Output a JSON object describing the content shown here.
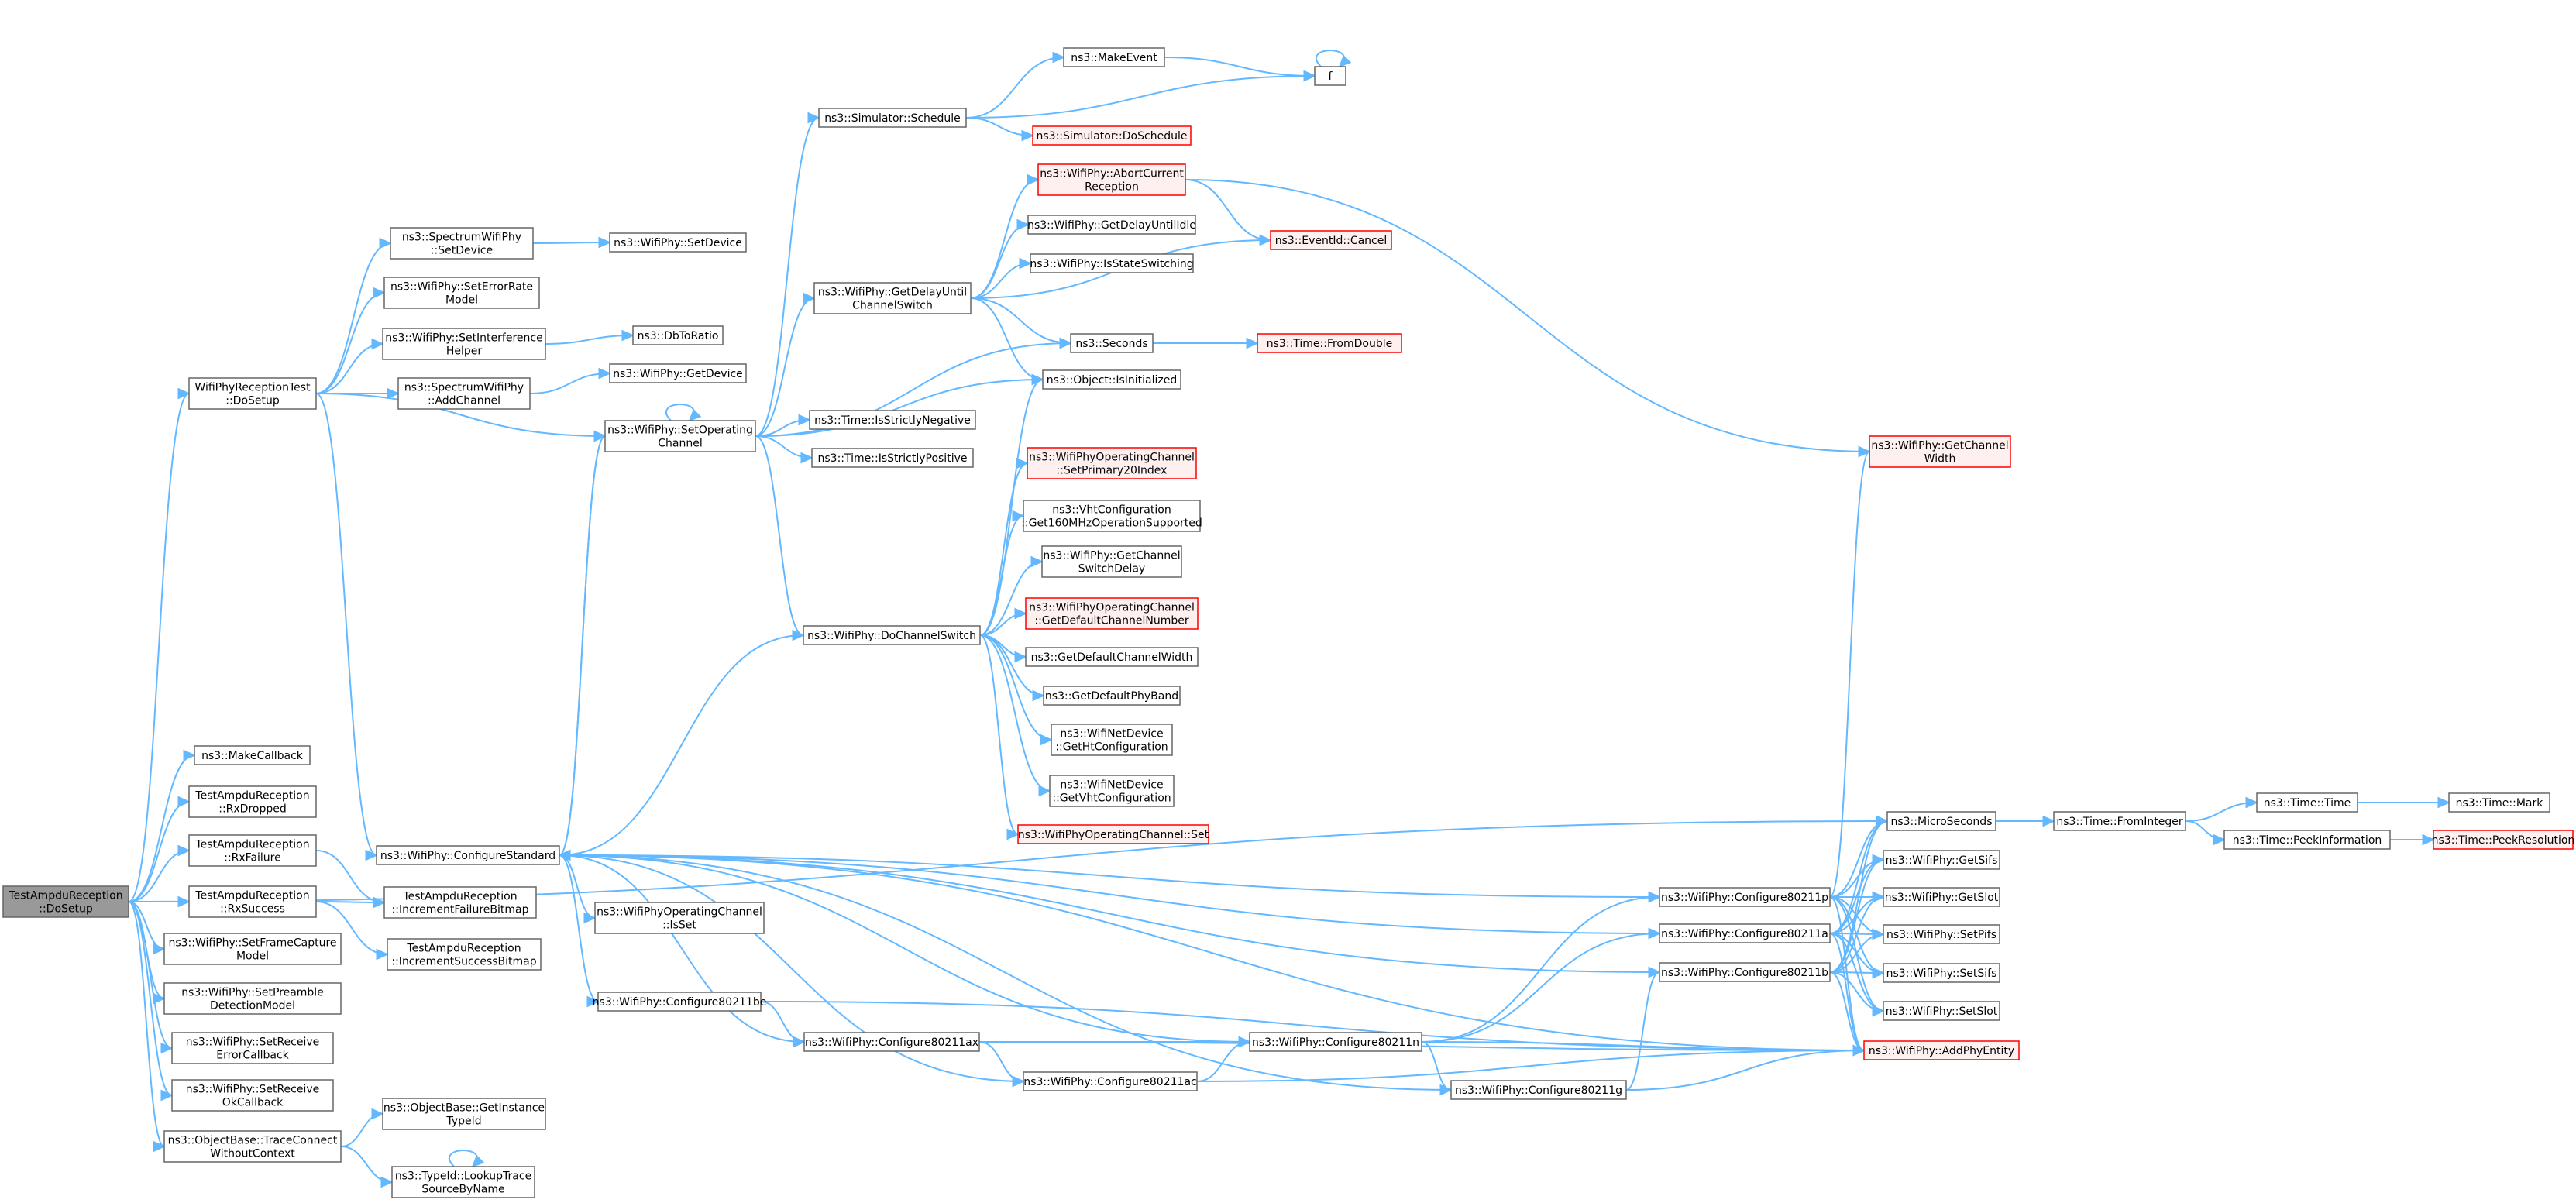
{
  "graph": {
    "title": "",
    "colors": {
      "edge": "#63b8ff",
      "node_border": "#666666",
      "node_fill": "#ffffff",
      "root_fill": "#999999",
      "red_border": "#ff0000",
      "red_fill": "#fff0f0"
    },
    "nodes": [
      {
        "id": "root",
        "lines": [
          "TestAmpduReception",
          "::DoSetup"
        ],
        "style": "root"
      },
      {
        "id": "wrtDoSetup",
        "lines": [
          "WifiPhyReceptionTest",
          "::DoSetup"
        ]
      },
      {
        "id": "makeCallback",
        "lines": [
          "ns3::MakeCallback"
        ]
      },
      {
        "id": "rxDropped",
        "lines": [
          "TestAmpduReception",
          "::RxDropped"
        ]
      },
      {
        "id": "rxFailure",
        "lines": [
          "TestAmpduReception",
          "::RxFailure"
        ]
      },
      {
        "id": "rxSuccess",
        "lines": [
          "TestAmpduReception",
          "::RxSuccess"
        ]
      },
      {
        "id": "setFrameCapture",
        "lines": [
          "ns3::WifiPhy::SetFrameCapture",
          "Model"
        ]
      },
      {
        "id": "setPreamble",
        "lines": [
          "ns3::WifiPhy::SetPreamble",
          "DetectionModel"
        ]
      },
      {
        "id": "setReceiveError",
        "lines": [
          "ns3::WifiPhy::SetReceive",
          "ErrorCallback"
        ]
      },
      {
        "id": "setReceiveOk",
        "lines": [
          "ns3::WifiPhy::SetReceive",
          "OkCallback"
        ]
      },
      {
        "id": "traceConnect",
        "lines": [
          "ns3::ObjectBase::TraceConnect",
          "WithoutContext"
        ]
      },
      {
        "id": "specSetDevice",
        "lines": [
          "ns3::SpectrumWifiPhy",
          "::SetDevice"
        ]
      },
      {
        "id": "setErrorRate",
        "lines": [
          "ns3::WifiPhy::SetErrorRate",
          "Model"
        ]
      },
      {
        "id": "setInterference",
        "lines": [
          "ns3::WifiPhy::SetInterference",
          "Helper"
        ]
      },
      {
        "id": "specAddChannel",
        "lines": [
          "ns3::SpectrumWifiPhy",
          "::AddChannel"
        ]
      },
      {
        "id": "setOpChannel",
        "lines": [
          "ns3::WifiPhy::SetOperating",
          "Channel"
        ]
      },
      {
        "id": "configStd",
        "lines": [
          "ns3::WifiPhy::ConfigureStandard"
        ]
      },
      {
        "id": "incFail",
        "lines": [
          "TestAmpduReception",
          "::IncrementFailureBitmap"
        ]
      },
      {
        "id": "incSucc",
        "lines": [
          "TestAmpduReception",
          "::IncrementSuccessBitmap"
        ]
      },
      {
        "id": "getInstanceTypeId",
        "lines": [
          "ns3::ObjectBase::GetInstance",
          "TypeId"
        ]
      },
      {
        "id": "lookupTrace",
        "lines": [
          "ns3::TypeId::LookupTrace",
          "SourceByName"
        ]
      },
      {
        "id": "wpSetDevice",
        "lines": [
          "ns3::WifiPhy::SetDevice"
        ]
      },
      {
        "id": "dbToRatio",
        "lines": [
          "ns3::DbToRatio"
        ]
      },
      {
        "id": "wpGetDevice",
        "lines": [
          "ns3::WifiPhy::GetDevice"
        ]
      },
      {
        "id": "simSchedule",
        "lines": [
          "ns3::Simulator::Schedule"
        ]
      },
      {
        "id": "getDelaySwitch",
        "lines": [
          "ns3::WifiPhy::GetDelayUntil",
          "ChannelSwitch"
        ]
      },
      {
        "id": "isStrictlyNeg",
        "lines": [
          "ns3::Time::IsStrictlyNegative"
        ]
      },
      {
        "id": "isStrictlyPos",
        "lines": [
          "ns3::Time::IsStrictlyPositive"
        ]
      },
      {
        "id": "doChannelSwitch",
        "lines": [
          "ns3::WifiPhy::DoChannelSwitch"
        ]
      },
      {
        "id": "opChIsSet",
        "lines": [
          "ns3::WifiPhyOperatingChannel",
          "::IsSet"
        ]
      },
      {
        "id": "cfgBe",
        "lines": [
          "ns3::WifiPhy::Configure80211be"
        ]
      },
      {
        "id": "cfgAx",
        "lines": [
          "ns3::WifiPhy::Configure80211ax"
        ]
      },
      {
        "id": "cfgAc",
        "lines": [
          "ns3::WifiPhy::Configure80211ac"
        ]
      },
      {
        "id": "cfgN",
        "lines": [
          "ns3::WifiPhy::Configure80211n"
        ]
      },
      {
        "id": "cfgG",
        "lines": [
          "ns3::WifiPhy::Configure80211g"
        ]
      },
      {
        "id": "cfgP",
        "lines": [
          "ns3::WifiPhy::Configure80211p"
        ]
      },
      {
        "id": "cfgA",
        "lines": [
          "ns3::WifiPhy::Configure80211a"
        ]
      },
      {
        "id": "cfgB",
        "lines": [
          "ns3::WifiPhy::Configure80211b"
        ]
      },
      {
        "id": "makeEvent",
        "lines": [
          "ns3::MakeEvent"
        ]
      },
      {
        "id": "f",
        "lines": [
          "f"
        ]
      },
      {
        "id": "doSchedule",
        "lines": [
          "ns3::Simulator::DoSchedule"
        ],
        "style": "red"
      },
      {
        "id": "abortCurrent",
        "lines": [
          "ns3::WifiPhy::AbortCurrent",
          "Reception"
        ],
        "style": "red"
      },
      {
        "id": "getDelayIdle",
        "lines": [
          "ns3::WifiPhy::GetDelayUntilIdle"
        ]
      },
      {
        "id": "isStateSwitching",
        "lines": [
          "ns3::WifiPhy::IsStateSwitching"
        ]
      },
      {
        "id": "eventCancel",
        "lines": [
          "ns3::EventId::Cancel"
        ],
        "style": "red"
      },
      {
        "id": "seconds",
        "lines": [
          "ns3::Seconds"
        ]
      },
      {
        "id": "fromDouble",
        "lines": [
          "ns3::Time::FromDouble"
        ],
        "style": "red"
      },
      {
        "id": "isInitialized",
        "lines": [
          "ns3::Object::IsInitialized"
        ]
      },
      {
        "id": "setPrimary20",
        "lines": [
          "ns3::WifiPhyOperatingChannel",
          "::SetPrimary20Index"
        ],
        "style": "red"
      },
      {
        "id": "vht160",
        "lines": [
          "ns3::VhtConfiguration",
          "::Get160MHzOperationSupported"
        ]
      },
      {
        "id": "getChSwitchDelay",
        "lines": [
          "ns3::WifiPhy::GetChannel",
          "SwitchDelay"
        ]
      },
      {
        "id": "getDefChNum",
        "lines": [
          "ns3::WifiPhyOperatingChannel",
          "::GetDefaultChannelNumber"
        ],
        "style": "red"
      },
      {
        "id": "getDefChWidth",
        "lines": [
          "ns3::GetDefaultChannelWidth"
        ]
      },
      {
        "id": "getDefPhyBand",
        "lines": [
          "ns3::GetDefaultPhyBand"
        ]
      },
      {
        "id": "getHtConfig",
        "lines": [
          "ns3::WifiNetDevice",
          "::GetHtConfiguration"
        ]
      },
      {
        "id": "getVhtConfig",
        "lines": [
          "ns3::WifiNetDevice",
          "::GetVhtConfiguration"
        ]
      },
      {
        "id": "opChSet",
        "lines": [
          "ns3::WifiPhyOperatingChannel::Set"
        ],
        "style": "red"
      },
      {
        "id": "getChWidth",
        "lines": [
          "ns3::WifiPhy::GetChannel",
          "Width"
        ],
        "style": "red"
      },
      {
        "id": "microSeconds",
        "lines": [
          "ns3::MicroSeconds"
        ]
      },
      {
        "id": "getSifs",
        "lines": [
          "ns3::WifiPhy::GetSifs"
        ]
      },
      {
        "id": "getSlot",
        "lines": [
          "ns3::WifiPhy::GetSlot"
        ]
      },
      {
        "id": "setPifs",
        "lines": [
          "ns3::WifiPhy::SetPifs"
        ]
      },
      {
        "id": "setSifs",
        "lines": [
          "ns3::WifiPhy::SetSifs"
        ]
      },
      {
        "id": "setSlot",
        "lines": [
          "ns3::WifiPhy::SetSlot"
        ]
      },
      {
        "id": "addPhyEntity",
        "lines": [
          "ns3::WifiPhy::AddPhyEntity"
        ],
        "style": "red"
      },
      {
        "id": "fromInteger",
        "lines": [
          "ns3::Time::FromInteger"
        ]
      },
      {
        "id": "timeTime",
        "lines": [
          "ns3::Time::Time"
        ]
      },
      {
        "id": "peekInfo",
        "lines": [
          "ns3::Time::PeekInformation"
        ]
      },
      {
        "id": "timeMark",
        "lines": [
          "ns3::Time::Mark"
        ]
      },
      {
        "id": "peekRes",
        "lines": [
          "ns3::Time::PeekResolution"
        ],
        "style": "red"
      }
    ],
    "edges": [
      [
        "root",
        "wrtDoSetup"
      ],
      [
        "root",
        "makeCallback"
      ],
      [
        "root",
        "rxDropped"
      ],
      [
        "root",
        "rxFailure"
      ],
      [
        "root",
        "rxSuccess"
      ],
      [
        "root",
        "setFrameCapture"
      ],
      [
        "root",
        "setPreamble"
      ],
      [
        "root",
        "setReceiveError"
      ],
      [
        "root",
        "setReceiveOk"
      ],
      [
        "root",
        "traceConnect"
      ],
      [
        "root",
        "microSeconds"
      ],
      [
        "wrtDoSetup",
        "specSetDevice"
      ],
      [
        "wrtDoSetup",
        "setErrorRate"
      ],
      [
        "wrtDoSetup",
        "setInterference"
      ],
      [
        "wrtDoSetup",
        "specAddChannel"
      ],
      [
        "wrtDoSetup",
        "setOpChannel"
      ],
      [
        "wrtDoSetup",
        "configStd"
      ],
      [
        "specSetDevice",
        "wpSetDevice"
      ],
      [
        "setInterference",
        "dbToRatio"
      ],
      [
        "specAddChannel",
        "wpGetDevice"
      ],
      [
        "rxFailure",
        "incFail"
      ],
      [
        "rxSuccess",
        "incFail"
      ],
      [
        "rxSuccess",
        "incSucc"
      ],
      [
        "traceConnect",
        "getInstanceTypeId"
      ],
      [
        "traceConnect",
        "lookupTrace"
      ],
      [
        "lookupTrace",
        "lookupTrace"
      ],
      [
        "setOpChannel",
        "setOpChannel"
      ],
      [
        "setOpChannel",
        "simSchedule"
      ],
      [
        "setOpChannel",
        "getDelaySwitch"
      ],
      [
        "setOpChannel",
        "seconds"
      ],
      [
        "setOpChannel",
        "isInitialized"
      ],
      [
        "setOpChannel",
        "isStrictlyNeg"
      ],
      [
        "setOpChannel",
        "isStrictlyPos"
      ],
      [
        "setOpChannel",
        "doChannelSwitch"
      ],
      [
        "setOpChannel",
        "configStd"
      ],
      [
        "simSchedule",
        "makeEvent"
      ],
      [
        "simSchedule",
        "f"
      ],
      [
        "simSchedule",
        "doSchedule"
      ],
      [
        "makeEvent",
        "f"
      ],
      [
        "f",
        "f"
      ],
      [
        "getDelaySwitch",
        "abortCurrent"
      ],
      [
        "getDelaySwitch",
        "getDelayIdle"
      ],
      [
        "getDelaySwitch",
        "isStateSwitching"
      ],
      [
        "getDelaySwitch",
        "eventCancel"
      ],
      [
        "getDelaySwitch",
        "seconds"
      ],
      [
        "getDelaySwitch",
        "isInitialized"
      ],
      [
        "abortCurrent",
        "eventCancel"
      ],
      [
        "abortCurrent",
        "getChWidth"
      ],
      [
        "seconds",
        "fromDouble"
      ],
      [
        "doChannelSwitch",
        "isInitialized"
      ],
      [
        "doChannelSwitch",
        "setPrimary20"
      ],
      [
        "doChannelSwitch",
        "vht160"
      ],
      [
        "doChannelSwitch",
        "getChSwitchDelay"
      ],
      [
        "doChannelSwitch",
        "getDefChNum"
      ],
      [
        "doChannelSwitch",
        "getDefChWidth"
      ],
      [
        "doChannelSwitch",
        "getDefPhyBand"
      ],
      [
        "doChannelSwitch",
        "getHtConfig"
      ],
      [
        "doChannelSwitch",
        "getVhtConfig"
      ],
      [
        "doChannelSwitch",
        "opChSet"
      ],
      [
        "doChannelSwitch",
        "configStd"
      ],
      [
        "configStd",
        "setOpChannel"
      ],
      [
        "configStd",
        "opChIsSet"
      ],
      [
        "configStd",
        "cfgBe"
      ],
      [
        "configStd",
        "cfgAx"
      ],
      [
        "configStd",
        "cfgAc"
      ],
      [
        "configStd",
        "cfgN"
      ],
      [
        "configStd",
        "cfgG"
      ],
      [
        "configStd",
        "cfgP"
      ],
      [
        "configStd",
        "cfgA"
      ],
      [
        "configStd",
        "cfgB"
      ],
      [
        "configStd",
        "addPhyEntity"
      ],
      [
        "cfgBe",
        "cfgAx"
      ],
      [
        "cfgBe",
        "addPhyEntity"
      ],
      [
        "cfgAx",
        "cfgAc"
      ],
      [
        "cfgAx",
        "cfgN"
      ],
      [
        "cfgAx",
        "addPhyEntity"
      ],
      [
        "cfgAc",
        "cfgN"
      ],
      [
        "cfgAc",
        "addPhyEntity"
      ],
      [
        "cfgN",
        "cfgG"
      ],
      [
        "cfgN",
        "cfgA"
      ],
      [
        "cfgN",
        "cfgP"
      ],
      [
        "cfgN",
        "addPhyEntity"
      ],
      [
        "cfgG",
        "cfgB"
      ],
      [
        "cfgG",
        "addPhyEntity"
      ],
      [
        "cfgP",
        "getChWidth"
      ],
      [
        "cfgP",
        "microSeconds"
      ],
      [
        "cfgP",
        "getSifs"
      ],
      [
        "cfgP",
        "getSlot"
      ],
      [
        "cfgP",
        "setPifs"
      ],
      [
        "cfgP",
        "setSifs"
      ],
      [
        "cfgP",
        "setSlot"
      ],
      [
        "cfgP",
        "addPhyEntity"
      ],
      [
        "cfgA",
        "microSeconds"
      ],
      [
        "cfgA",
        "getSifs"
      ],
      [
        "cfgA",
        "getSlot"
      ],
      [
        "cfgA",
        "setPifs"
      ],
      [
        "cfgA",
        "setSifs"
      ],
      [
        "cfgA",
        "setSlot"
      ],
      [
        "cfgA",
        "addPhyEntity"
      ],
      [
        "cfgB",
        "microSeconds"
      ],
      [
        "cfgB",
        "getSifs"
      ],
      [
        "cfgB",
        "getSlot"
      ],
      [
        "cfgB",
        "setPifs"
      ],
      [
        "cfgB",
        "setSifs"
      ],
      [
        "cfgB",
        "setSlot"
      ],
      [
        "cfgB",
        "addPhyEntity"
      ],
      [
        "microSeconds",
        "fromInteger"
      ],
      [
        "fromInteger",
        "timeTime"
      ],
      [
        "fromInteger",
        "peekInfo"
      ],
      [
        "timeTime",
        "timeMark"
      ],
      [
        "peekInfo",
        "peekRes"
      ]
    ]
  }
}
